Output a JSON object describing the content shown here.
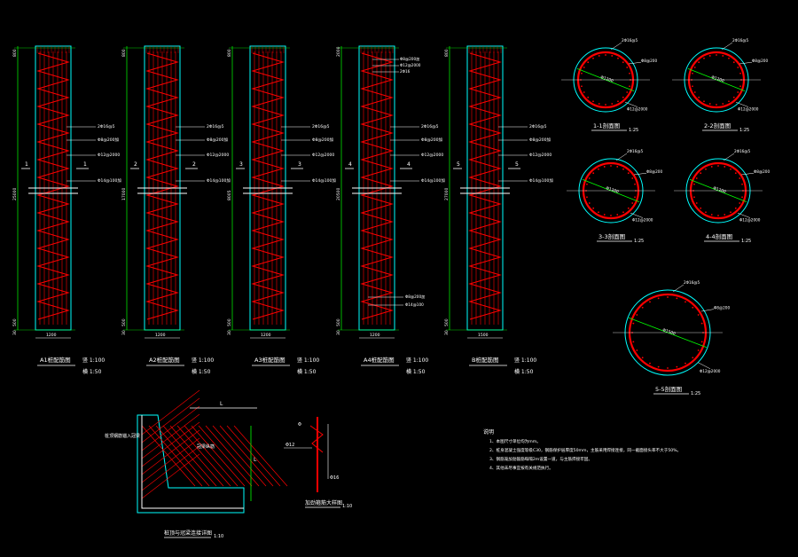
{
  "piles": [
    {
      "id": "A1",
      "title": "A1桩配筋图",
      "scale_v": "竖 1:100",
      "scale_h": "横 1:50",
      "sec": "1",
      "total": "25000",
      "bottom1": "30",
      "bottom2": "500",
      "width": "1200",
      "top_dim": "800",
      "notes": [
        "2Φ16@5",
        "Φ8@200加",
        "Φ12@2000",
        "Φ14@100加"
      ]
    },
    {
      "id": "A2",
      "title": "A2桩配筋图",
      "scale_v": "竖 1:100",
      "scale_h": "横 1:50",
      "sec": "2",
      "total": "17000",
      "bottom1": "30",
      "bottom2": "500",
      "width": "1200",
      "top_dim": "800",
      "notes": [
        "2Φ16@5",
        "Φ8@200加",
        "Φ12@2000",
        "Φ14@100加"
      ]
    },
    {
      "id": "A3",
      "title": "A3桩配筋图",
      "scale_v": "竖 1:100",
      "scale_h": "横 1:50",
      "sec": "3",
      "total": "8005",
      "bottom1": "30",
      "bottom2": "500",
      "width": "1200",
      "top_dim": "800",
      "notes": [
        "2Φ16@5",
        "Φ8@200加",
        "Φ12@2000",
        "Φ14@100加"
      ]
    },
    {
      "id": "A4",
      "title": "A4桩配筋图",
      "scale_v": "竖 1:100",
      "scale_h": "横 1:50",
      "sec": "4",
      "total": "20500",
      "bottom1": "30",
      "bottom2": "500",
      "width": "1200",
      "top_dim": "2000",
      "notes": [
        "2Φ16@5",
        "Φ8@200加",
        "Φ12@2000",
        "Φ14@100加"
      ],
      "top_notes": [
        "Φ8@200加",
        "Φ12@2000",
        "2Φ16"
      ],
      "low_notes": [
        "Φ8@200加",
        "Φ14@100"
      ]
    },
    {
      "id": "B",
      "title": "B桩配筋图",
      "scale_v": "竖 1:100",
      "scale_h": "横 1:50",
      "sec": "5",
      "total": "27000",
      "bottom1": "30",
      "bottom2": "500",
      "width": "1500",
      "top_dim": "800",
      "notes": [
        "2Φ16@5",
        "Φ8@200加",
        "Φ12@2000",
        "Φ14@100加"
      ]
    }
  ],
  "sections": [
    {
      "title": "1-1剖面图",
      "scale": "1:25",
      "n1": "2Φ16@5",
      "n2": "Φ8@200",
      "n3": "Φ12@2000",
      "dia": "Φ1200"
    },
    {
      "title": "2-2剖面图",
      "scale": "1:25",
      "n1": "2Φ16@5",
      "n2": "Φ8@200",
      "n3": "Φ12@2000",
      "dia": "Φ1200"
    },
    {
      "title": "3-3剖面图",
      "scale": "1:25",
      "n1": "2Φ16@5",
      "n2": "Φ8@200",
      "n3": "Φ12@2000",
      "dia": "Φ1200"
    },
    {
      "title": "4-4剖面图",
      "scale": "1:25",
      "n1": "2Φ16@5",
      "n2": "Φ8@200",
      "n3": "Φ12@2000",
      "dia": "Φ1200"
    },
    {
      "title": "5-5剖面图",
      "scale": "1:25",
      "n1": "2Φ16@5",
      "n2": "Φ8@200",
      "n3": "Φ12@2000",
      "dia": "Φ1500"
    }
  ],
  "corner_detail": {
    "title": "桩顶与冠梁连接详图",
    "scale": "1:10",
    "label_l": "L",
    "label1": "桩顶钢筋锚入冠梁",
    "label2": "冠梁纵筋"
  },
  "stiffener_detail": {
    "title": "加劲箍筋大样图",
    "scale": "1:10",
    "l1": "Φ",
    "l2": "Φ12",
    "l3": "Φ16"
  },
  "notes": {
    "heading": "说明",
    "items": [
      "1、本图尺寸单位均为mm。",
      "2、桩身混凝土强度等级C30，钢筋保护层厚度50mm，主筋采用焊接连接，同一截面接头率不大于50%。",
      "3、钢筋笼加劲箍筋每隔2m设置一道，与主筋焊接牢固。",
      "4、其他未尽事宜按有关规范执行。"
    ]
  }
}
